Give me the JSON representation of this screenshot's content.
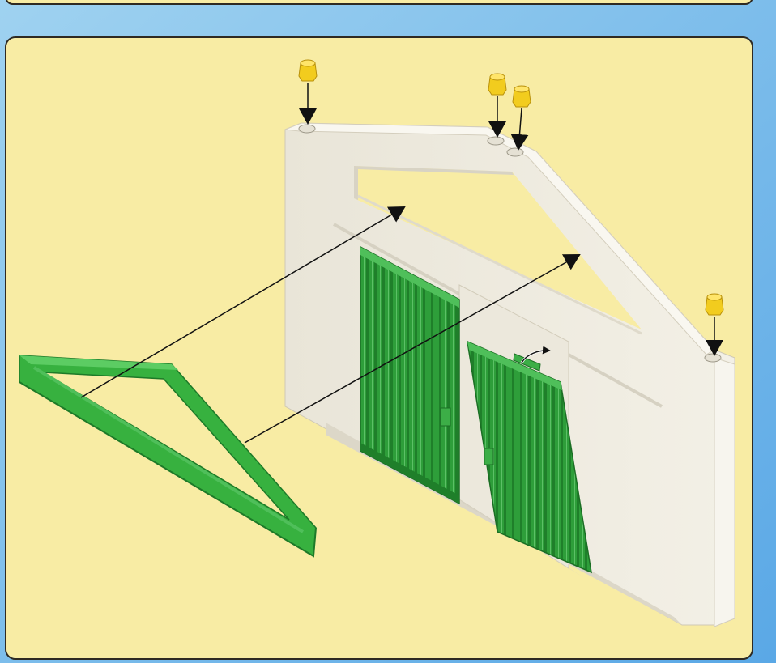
{
  "colors": {
    "background_gradient": [
      "#9fd2f0",
      "#5aa8e6"
    ],
    "panel": "#f8eca4",
    "panel_border": "#2f2a22",
    "wall": "#ece8dc",
    "wall_shadow": "#d8d3c4",
    "door_green": "#2e9e3a",
    "door_green_dark": "#1d7a28",
    "frame_green": "#37b13f",
    "stud_yellow": "#f2cc1e",
    "arrow": "#111111"
  },
  "icons": {
    "studs": "yellow-stud-icon",
    "arrows": "insertion-arrow-icon",
    "rotate": "rotate-arrow-icon"
  },
  "step": {
    "stud_count": 4,
    "arrow_count": 6,
    "door_count": 2
  }
}
